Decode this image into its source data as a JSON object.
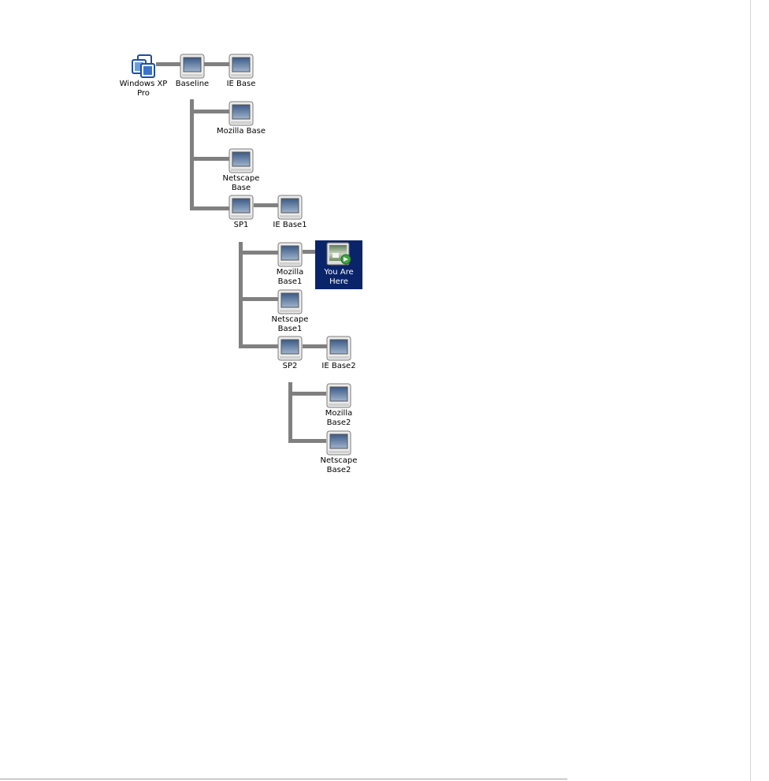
{
  "snapshot_tree": {
    "root": {
      "label": "Windows XP Pro",
      "icon": "vmware-vm-icon"
    },
    "nodes": {
      "baseline": {
        "label": "Baseline",
        "icon": "snapshot-icon"
      },
      "ie_base": {
        "label": "IE Base",
        "icon": "snapshot-icon"
      },
      "mozilla_base": {
        "label": "Mozilla Base",
        "icon": "snapshot-icon"
      },
      "netscape_base": {
        "label": "Netscape Base",
        "icon": "snapshot-icon"
      },
      "sp1": {
        "label": "SP1",
        "icon": "snapshot-icon"
      },
      "ie_base1": {
        "label": "IE Base1",
        "icon": "snapshot-icon"
      },
      "mozilla_base1": {
        "label": "Mozilla Base1",
        "icon": "snapshot-icon"
      },
      "you_are_here": {
        "label": "You Are Here",
        "icon": "current-state-icon"
      },
      "netscape_base1": {
        "label": "Netscape Base1",
        "icon": "snapshot-icon"
      },
      "sp2": {
        "label": "SP2",
        "icon": "snapshot-icon"
      },
      "ie_base2": {
        "label": "IE Base2",
        "icon": "snapshot-icon"
      },
      "mozilla_base2": {
        "label": "Mozilla Base2",
        "icon": "snapshot-icon"
      },
      "netscape_base2": {
        "label": "Netscape Base2",
        "icon": "snapshot-icon"
      }
    },
    "colors": {
      "connector": "#808080",
      "selection": "#0a246a",
      "selection_text": "#ffffff",
      "label_text": "#000000"
    }
  }
}
